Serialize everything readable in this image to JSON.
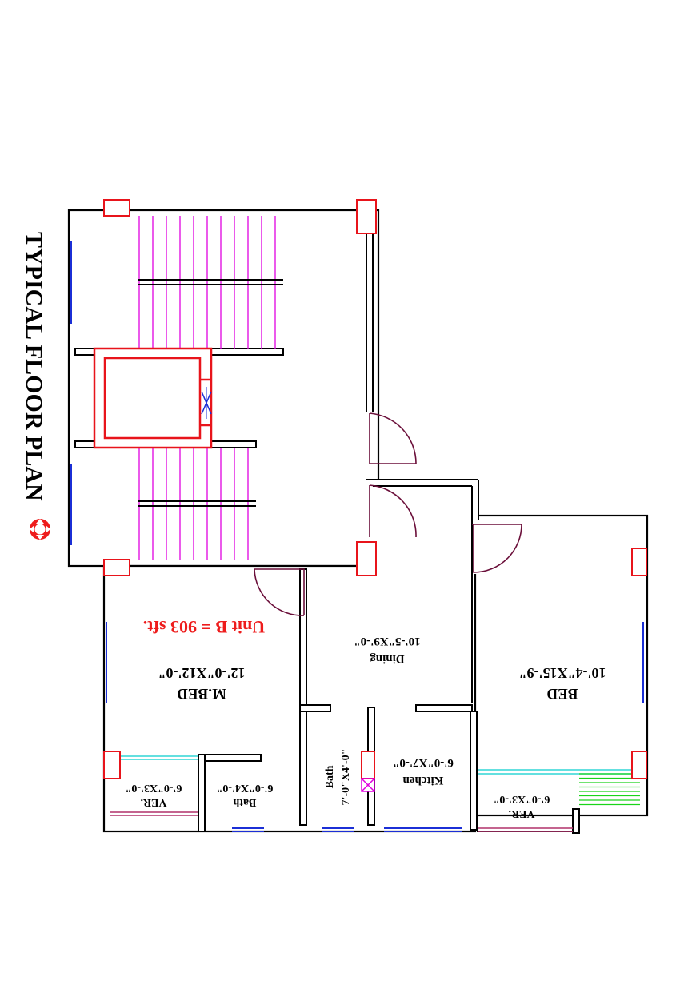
{
  "title": "TYPICAL FLOOR PLAN",
  "unit": "Unit B = 903 sft.",
  "rooms": {
    "master_bed": {
      "name": "M.BED",
      "size": "12'-0\"X12'-0\""
    },
    "bed": {
      "name": "BED",
      "size": "10'-4\"X15'-9\""
    },
    "dining": {
      "name": "Dining",
      "size": "10'-5\"X9'-0\""
    },
    "kitchen": {
      "name": "Kitchen",
      "size": "6'-0\"X7'-0\""
    },
    "bath_small": {
      "name": "Bath",
      "size": "7'-0\"X4'-0\""
    },
    "bath_master": {
      "name": "Bath",
      "size": "6'-0\"X4'-0\""
    },
    "veranda_left": {
      "name": "VER.",
      "size": "6'-0\"X3'-0\""
    },
    "veranda_right": {
      "name": "VER.",
      "size": "6'-0\"X3'-0\""
    }
  },
  "colors": {
    "wall": "#000000",
    "column": "#e8141b",
    "stair": "#e000e0",
    "window": "#1b2fd6",
    "door": "#6b0f3a",
    "grill": "#19d419",
    "veranda_rail": "#31d6d6"
  }
}
